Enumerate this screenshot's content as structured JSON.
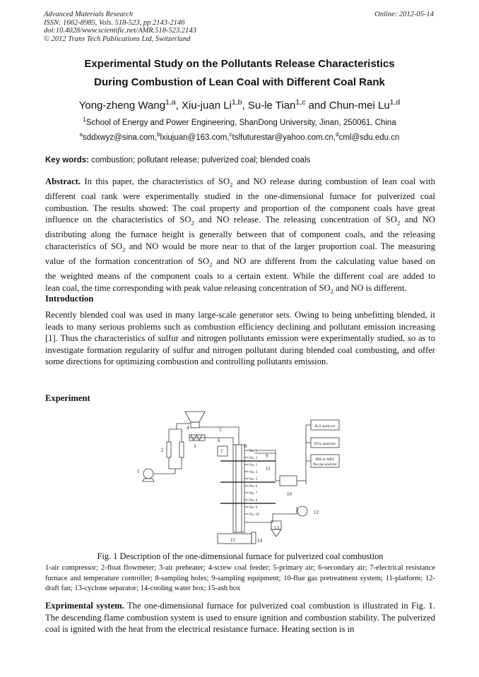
{
  "header": {
    "journal": "Advanced Materials Research",
    "issn": "ISSN: 1662-8985, Vols. 518-523, pp 2143-2146",
    "doi": "doi:10.4028/www.scientific.net/AMR.518-523.2143",
    "copyright": "© 2012 Trans Tech Publications Ltd, Switzerland",
    "online": "Online: 2012-05-14"
  },
  "title": {
    "line1": "Experimental Study on the Pollutants Release Characteristics",
    "line2": "During Combustion of Lean Coal with Different Coal Rank"
  },
  "authors": [
    {
      "name": "Yong-zheng Wang",
      "sup": "1,a"
    },
    {
      "name": "Xiu-juan Li",
      "sup": "1,b"
    },
    {
      "name": "Su-le Tian",
      "sup": "1,c"
    },
    {
      "name": "Chun-mei Lu",
      "sup": "1,d"
    }
  ],
  "affiliation": {
    "sup": "1",
    "text": "School of Energy and Power Engineering, ShanDong University, Jinan, 250061, China"
  },
  "emails": [
    {
      "sup": "a",
      "addr": "sddxwyz@sina.com"
    },
    {
      "sup": "b",
      "addr": "lxiujuan@163.com"
    },
    {
      "sup": "c",
      "addr": "tslfuturestar@yahoo.com.cn"
    },
    {
      "sup": "d",
      "addr": "cml@sdu.edu.cn"
    }
  ],
  "keywords": {
    "label": "Key words:",
    "text": "combustion; pollutant release; pulverized coal; blended coals"
  },
  "abstract": {
    "label": "Abstract.",
    "l1a": "In this paper, the characteristics of SO",
    "l1b": " and NO release during combustion of lean coal with",
    "l2": "different coal rank were experimentally studied in the one-dimensional furnace for pulverized coal",
    "l3": "combustion. The results showed: The coal property and proportion of the component coals have great",
    "l4a": "influence on the characteristics of SO",
    "l4b": " and NO release. The releasing concentration of SO",
    "l4c": " and NO",
    "l5": "distributing along the furnace height is generally between that of component coals, and the releasing",
    "l6a": "characteristics of SO",
    "l6b": " and NO would be more near to that of the larger proportion coal. The measuring",
    "l7a": "value of the formation concentration of SO",
    "l7b": " and NO are different from the calculating value based on",
    "l8": "the weighted means of the component coals to a certain extent. While the different coal are added to",
    "l9a": "lean coal, the time corresponding with peak value releasing concentration of SO",
    "l9b": " and NO is different.",
    "sub2": "2"
  },
  "introduction": {
    "heading": "Introduction",
    "text": "Recently blended coal was used in many large-scale generator sets. Owing to being unbefitting blended, it leads to many serious problems such as combustion efficiency declining and pollutant emission increasing [1]. Thus the characteristics of sulfur and nitrogen pollutants emission were experimentally studied, so as to investigate formation regularity of sulfur and nitrogen pollutant during blended coal combusting, and offer some directions for optimizing combustion and controlling pollutants emission."
  },
  "experiment": {
    "heading": "Experiment"
  },
  "figure": {
    "caption": "Fig. 1 Description of the one-dimensional furnace for pulverized coal combustion",
    "legend": "1-air compressor; 2-float flowmeter; 3-air preheater; 4-screw coal feeder; 5-primary air; 6-secondary air; 7-electrical resistance furnace and temperature controller; 8-sampling holes; 9-sampling equipment; 10-flue gas pretreatment system; 11-platform; 12-draft fan; 13-cyclone separator; 14-cooling water box; 15-ash box",
    "boxes": {
      "h2s": "H₂S analyzer",
      "nox": "NOx analyzer",
      "msi1": "MSI or MRU",
      "msi2": "flue gas analyzer"
    },
    "numbers": [
      "1",
      "2",
      "3",
      "4",
      "5",
      "6",
      "7",
      "8",
      "9",
      "10",
      "11",
      "12",
      "13",
      "14",
      "15"
    ],
    "holes": [
      "No. 1",
      "No. 2",
      "No. 3",
      "No. 4",
      "No. 5",
      "No. 6",
      "No. 7",
      "No. 8",
      "No. 9",
      "No. 10"
    ]
  },
  "expsystem": {
    "label": "Exprimental system.",
    "text": "The one-dimensional furnace for pulverized coal combustion is illustrated in Fig. 1. The descending flame combustion system is used to ensure ignition and combustion stability. The pulverized coal is ignited with the heat from the electrical resistance furnace. Heating section is in"
  }
}
